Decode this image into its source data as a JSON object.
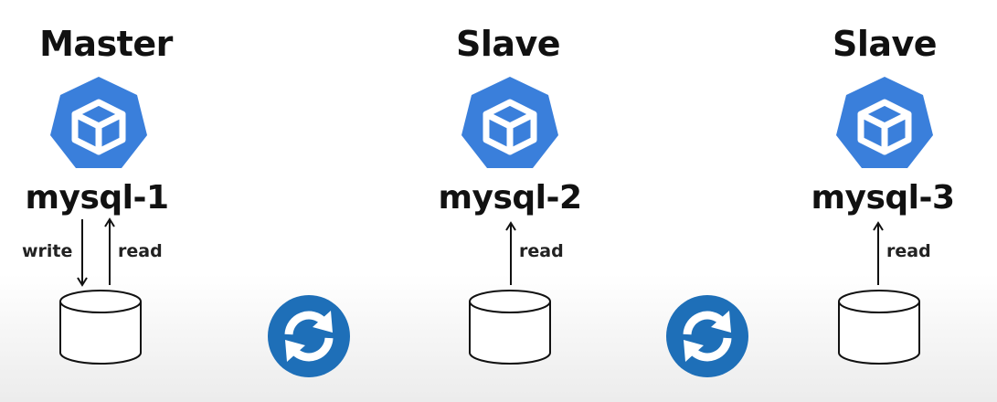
{
  "nodes": [
    {
      "role": "Master",
      "name": "mysql-1",
      "ops": [
        "write",
        "read"
      ]
    },
    {
      "role": "Slave",
      "name": "mysql-2",
      "ops": [
        "read"
      ]
    },
    {
      "role": "Slave",
      "name": "mysql-3",
      "ops": [
        "read"
      ]
    }
  ],
  "colors": {
    "pod_blue": "#3a7fdb",
    "sync_blue": "#1e6fb8",
    "text": "#111111"
  },
  "icons": {
    "pod": "kubernetes-pod-icon",
    "storage": "database-cylinder-icon",
    "sync": "sync-refresh-icon"
  }
}
